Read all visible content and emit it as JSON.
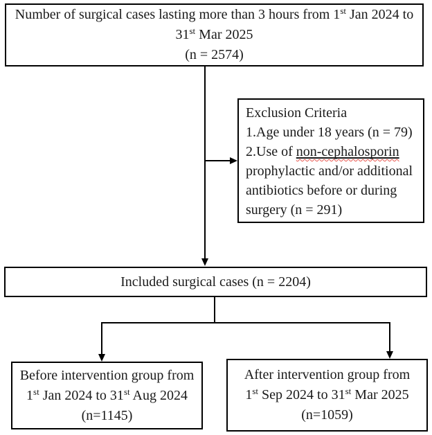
{
  "colors": {
    "border": "#000000",
    "text": "#1a1a1a",
    "background": "#ffffff",
    "arrow": "#000000",
    "spellcheck_underline": "#e8564e"
  },
  "boxes": {
    "total": {
      "line1_pre": "Number of surgical cases lasting more than 3 hours from 1",
      "line1_sup": "st",
      "line1_post": " Jan 2024 to",
      "line2_pre": "31",
      "line2_sup": "st",
      "line2_post": " Mar 2025",
      "line3": "(n = 2574)"
    },
    "exclusion": {
      "title": "Exclusion Criteria",
      "item1": "1.Age under 18 years (n = 79)",
      "item2_line1_pre": "2.Use of ",
      "item2_line1_word": "non-cephalosporin",
      "item2_line2": "prophylactic and/or additional",
      "item2_line3": "antibiotics before or during",
      "item2_line4": "surgery (n = 291)"
    },
    "included": {
      "text": "Included surgical cases (n = 2204)"
    },
    "before": {
      "line1": "Before intervention group from",
      "line2_pre": "1",
      "line2_sup1": "st",
      "line2_mid": " Jan 2024 to 31",
      "line2_sup2": "st",
      "line2_post": " Aug 2024",
      "line3": "(n=1145)"
    },
    "after": {
      "line1": "After intervention group from",
      "line2_pre": "1",
      "line2_sup1": "st",
      "line2_mid": " Sep 2024 to 31",
      "line2_sup2": "st",
      "line2_post": " Mar 2025",
      "line3": "(n=1059)"
    }
  }
}
